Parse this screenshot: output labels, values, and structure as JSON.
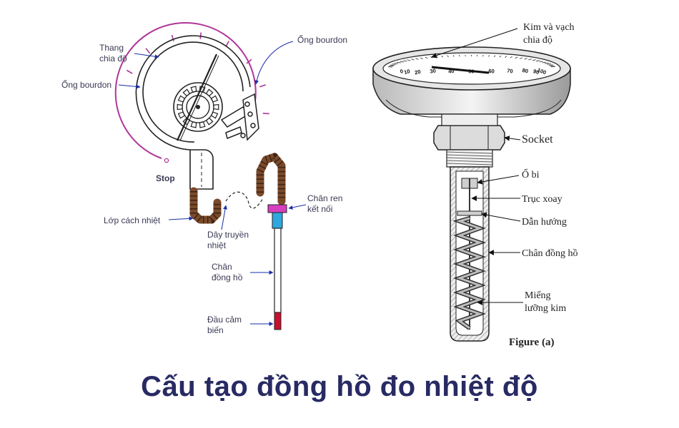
{
  "caption": "Cấu tạo đồng hồ đo nhiệt độ",
  "left_diagram": {
    "labels": {
      "thang_chia_do_1": "Thang",
      "thang_chia_do_2": "chia độ",
      "ong_bourdon_left": "Ống bourdon",
      "ong_bourdon_top": "Ống bourdon",
      "stop": "Stop",
      "lop_cach_nhiet": "Lớp cách nhiệt",
      "day_truyen_nhiet_1": "Dây truyền",
      "day_truyen_nhiet_2": "nhiệt",
      "chan_ren_1": "Chân ren",
      "chan_ren_2": "kết nối",
      "chan_dong_ho_1": "Chân",
      "chan_dong_ho_2": "đồng hồ",
      "dau_cam_bien_1": "Đầu cảm",
      "dau_cam_bien_2": "biến"
    }
  },
  "right_diagram": {
    "dial_numbers": [
      "0",
      "10",
      "20",
      "30",
      "40",
      "50",
      "60",
      "70",
      "80",
      "90",
      "100"
    ],
    "labels": {
      "kim_va_vach_1": "Kim và vạch",
      "kim_va_vach_2": "chia độ",
      "socket": "Socket",
      "o_bi": "Ổ bi",
      "truc_xoay": "Trục xoay",
      "dan_huong": "Dẫn hướng",
      "chan_dong_ho": "Chân đồng hồ",
      "mieng_luong_kim_1": "Miếng",
      "mieng_luong_kim_2": "lưỡng kim",
      "figure": "Figure (a)"
    }
  },
  "colors": {
    "scale_arc": "#b0359a",
    "caption": "#282a63",
    "coil": "#7a4a2a",
    "connector": "#2ea7e0",
    "nut": "#d63fbf",
    "sensor_tip": "#c8102e",
    "leader": "#1a2ea8"
  }
}
